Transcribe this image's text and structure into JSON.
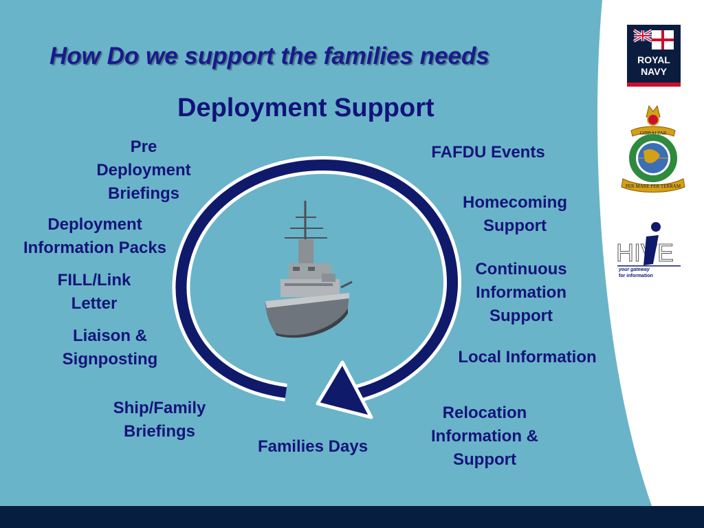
{
  "slide": {
    "title": "How Do we support the families needs",
    "subtitle": "Deployment Support"
  },
  "labels": {
    "pre_deployment": "Pre\nDeployment\nBriefings",
    "info_packs": "Deployment\nInformation Packs",
    "fill_link": "FILL/Link\nLetter",
    "liaison": "Liaison &\nSignposting",
    "ship_family": "Ship/Family\nBriefings",
    "families_days": "Families Days",
    "fafdu": "FAFDU Events",
    "homecoming": "Homecoming\nSupport",
    "continuous": "Continuous\nInformation\nSupport",
    "local_info": "Local Information",
    "relocation": "Relocation\nInformation &\nSupport"
  },
  "logos": {
    "royal_navy": {
      "line1": "ROYAL",
      "line2": "NAVY"
    },
    "hive": {
      "word": "HIVE",
      "tagline1": "your gateway",
      "tagline2": "for information"
    },
    "marines_crest": {
      "top": "GIBRALTAR",
      "ribbon": "PER MARE PER TERRAM"
    }
  },
  "colors": {
    "background": "#6ab4c9",
    "ring": "#101a6b",
    "text": "#14147a",
    "footer": "#061e3f"
  }
}
